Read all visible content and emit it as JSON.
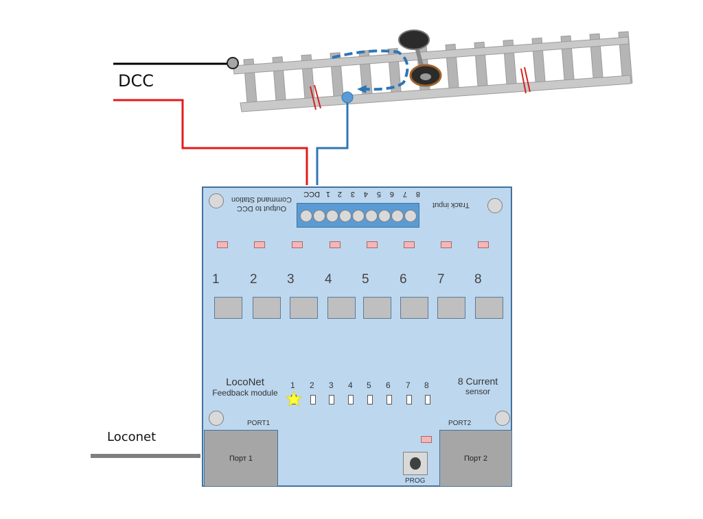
{
  "labels": {
    "dcc": "DCC",
    "loconet": "Loconet"
  },
  "board": {
    "output_label_line1": "Output to DCC",
    "output_label_line2": "Command Station",
    "track_input_label": "Track input",
    "terminal_labels": [
      "DCC",
      "1",
      "2",
      "3",
      "4",
      "5",
      "6",
      "7",
      "8"
    ],
    "channels": [
      "1",
      "2",
      "3",
      "4",
      "5",
      "6",
      "7",
      "8"
    ],
    "title_line1": "LocoNet",
    "title_line2": "Feedback module",
    "sensor_title_line1": "8 Current",
    "sensor_title_line2": "sensor",
    "indicator_numbers": [
      "1",
      "2",
      "3",
      "4",
      "5",
      "6",
      "7",
      "8"
    ],
    "active_indicator": 1,
    "port1_label": "PORT1",
    "port2_label": "PORT2",
    "port1_text": "Порт 1",
    "port2_text": "Порт 2",
    "prog_label": "PROG"
  },
  "colors": {
    "dcc_wire_black": "#000000",
    "dcc_wire_red": "#e31a1c",
    "sense_wire_blue": "#2e75b6",
    "board_fill": "#bdd7ee",
    "board_border": "#41719c",
    "led": "#f4b6b8",
    "star": "#ffff33"
  }
}
